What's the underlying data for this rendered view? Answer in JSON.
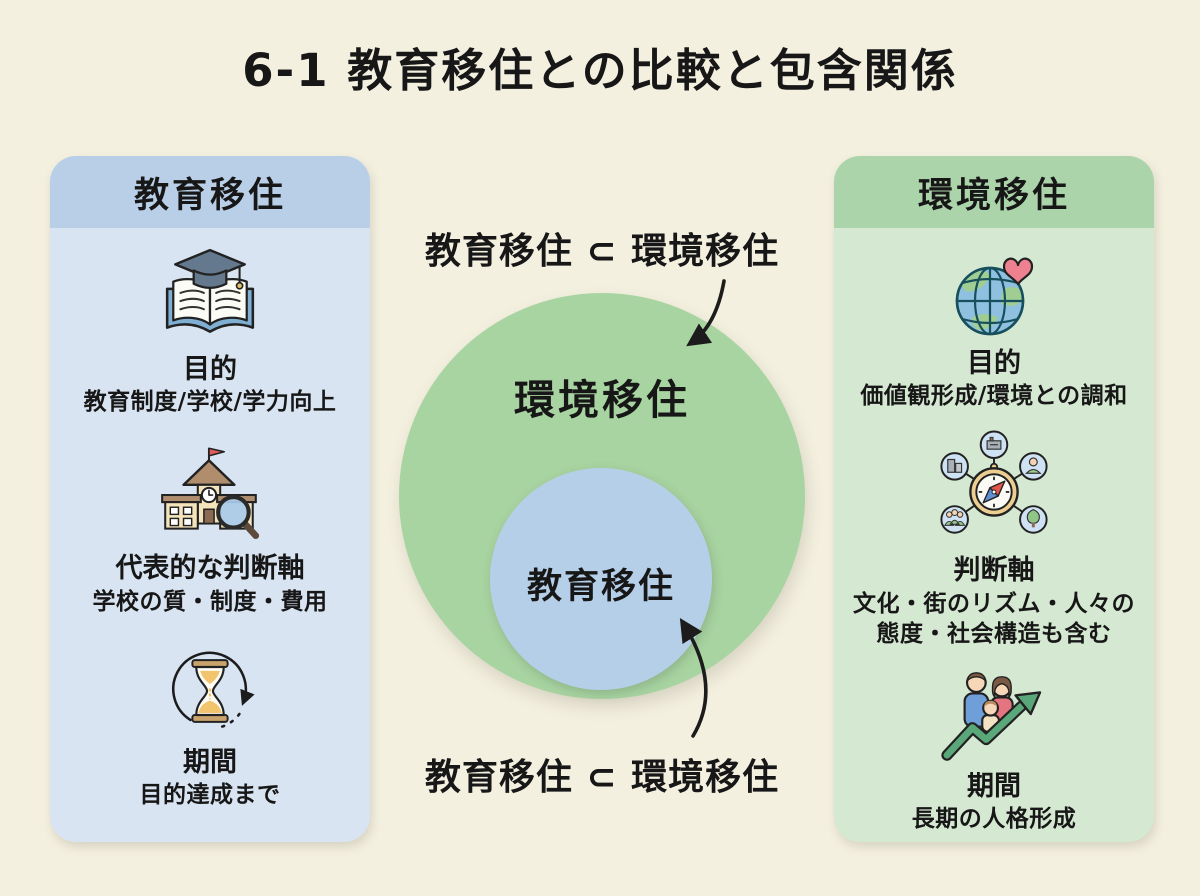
{
  "title": "6-1 教育移住との比較と包含関係",
  "left_panel": {
    "header": "教育移住",
    "sections": [
      {
        "icon": "book-graduation-icon",
        "heading": "目的",
        "line1": "教育制度/学校/学力向上"
      },
      {
        "icon": "school-magnifier-icon",
        "heading": "代表的な判断軸",
        "line1": "学校の質・制度・費用"
      },
      {
        "icon": "hourglass-cycle-icon",
        "heading": "期間",
        "line1": "目的達成まで"
      }
    ]
  },
  "right_panel": {
    "header": "環境移住",
    "sections": [
      {
        "icon": "globe-heart-icon",
        "heading": "目的",
        "line1": "価値観形成/環境との調和"
      },
      {
        "icon": "compass-network-icon",
        "heading": "判断軸",
        "line1": "文化・街のリズム・人々の",
        "line2": "態度・社会構造も含む"
      },
      {
        "icon": "family-growth-icon",
        "heading": "期間",
        "line1": "長期の人格形成"
      }
    ]
  },
  "venn": {
    "top_caption": "教育移住 ⊂ 環境移住",
    "outer_label": "環境移住",
    "inner_label": "教育移住",
    "bottom_caption": "教育移住 ⊂ 環境移住"
  },
  "colors": {
    "background": "#f4f0e0",
    "text": "#171717",
    "left_header": "#b9cfe8",
    "left_body": "#d8e4f2",
    "right_header": "#acd4aa",
    "right_body": "#d5e8d2",
    "outer_circle": "#a8d4a1",
    "inner_circle": "#b6cfe9"
  }
}
